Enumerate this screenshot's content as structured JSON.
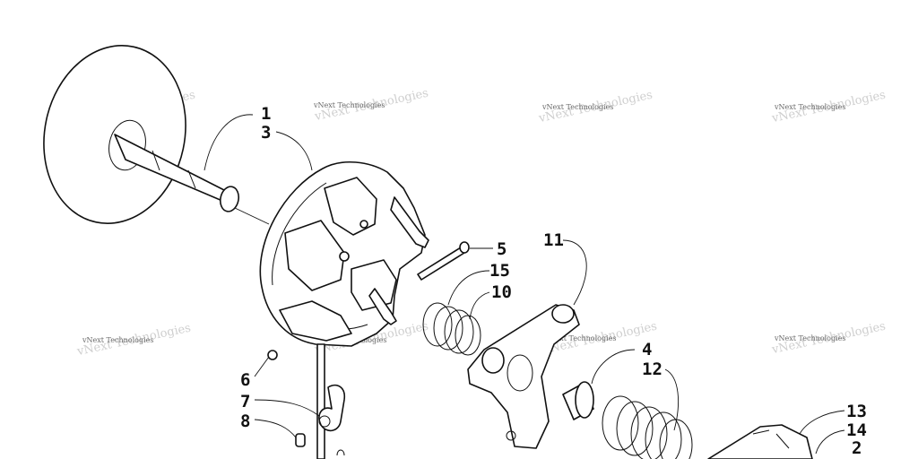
{
  "watermark_text": "vNext Technologies",
  "callouts": {
    "c1": "1",
    "c3": "3",
    "c5": "5",
    "c15": "15",
    "c10": "10",
    "c11": "11",
    "c4": "4",
    "c12": "12",
    "c6": "6",
    "c7": "7",
    "c8": "8",
    "c13": "13",
    "c14": "14",
    "c2": "2"
  },
  "colors": {
    "line": "#111111",
    "background": "#ffffff",
    "watermark": "#6a6a6a"
  }
}
